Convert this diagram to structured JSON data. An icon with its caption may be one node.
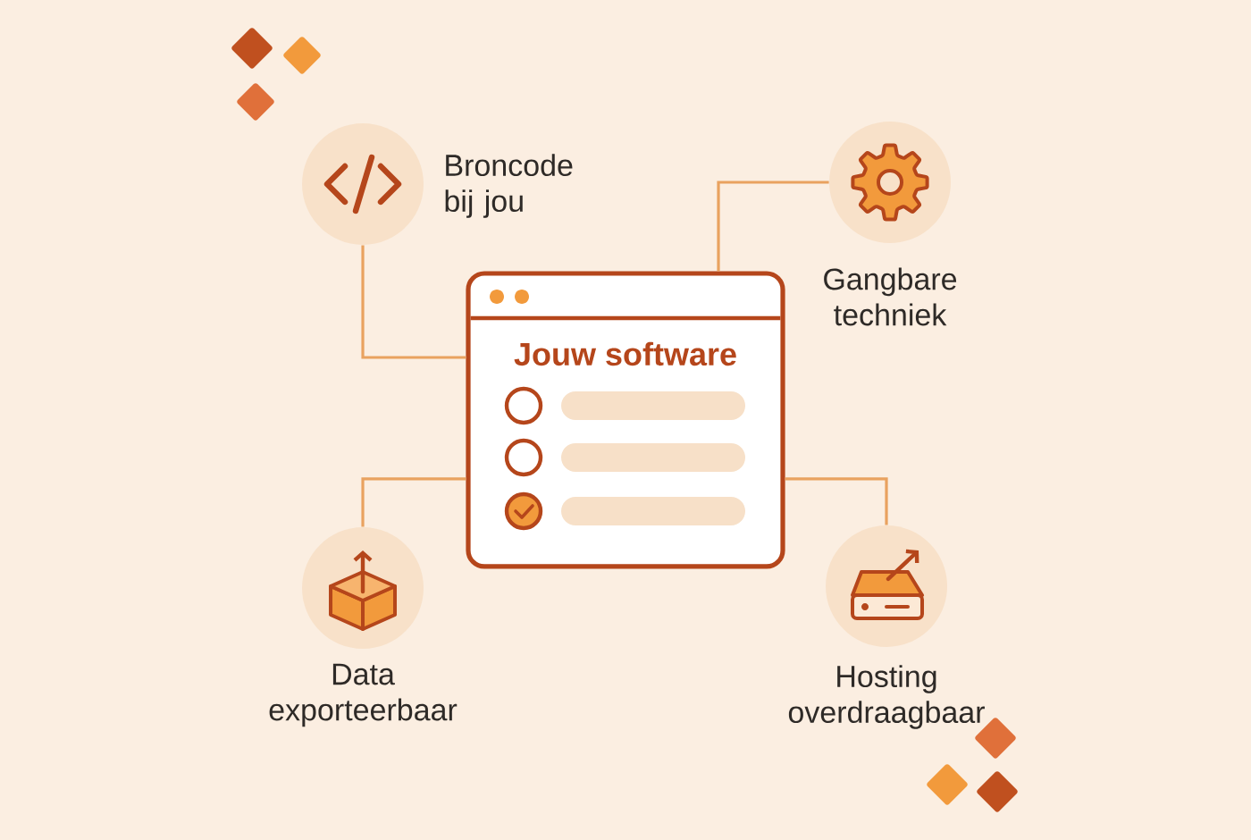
{
  "diagram": {
    "nodes": [
      {
        "text": [
          "Broncode bij jou"
        ]
      },
      {
        "text": [
          "Gangbare techniek"
        ]
      },
      {
        "text": [
          "Jouw software"
        ]
      },
      {
        "text": [
          "Data exporteerbaar"
        ]
      },
      {
        "text": [
          "Hosting overdraagbaar"
        ]
      }
    ],
    "edges": [
      {
        "from": 2,
        "to": 0,
        "arrow": "none"
      },
      {
        "from": 2,
        "to": 1,
        "arrow": "none"
      },
      {
        "from": 2,
        "to": 3,
        "arrow": "none"
      },
      {
        "from": 2,
        "to": 4,
        "arrow": "none"
      }
    ]
  }
}
